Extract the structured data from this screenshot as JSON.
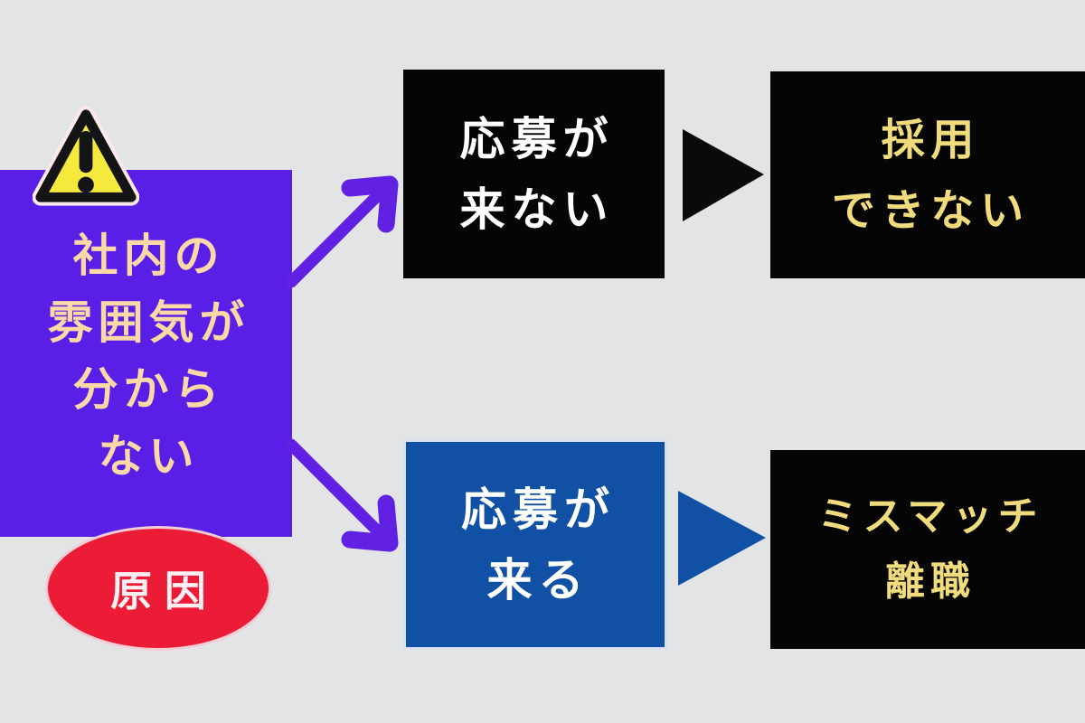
{
  "diagram": {
    "background": "#e3e4e6",
    "cause": {
      "lines": [
        "社内の",
        "雰囲気が",
        "分から",
        "ない"
      ],
      "bg": "#5a1fe6",
      "text_color": "#fbd9a6",
      "icon": "warning-triangle-icon",
      "icon_fill": "#f5e93d",
      "icon_stroke": "#141414",
      "icon_halo": "#ffe9ea"
    },
    "cause_badge": {
      "text": "原因",
      "bg": "#ed1c36",
      "text_color": "#fdeff2",
      "border_color": "#f6ccd6"
    },
    "connector_color": "#6021e2",
    "top_flow": {
      "from": {
        "lines": [
          "応募が",
          "来ない"
        ],
        "bg": "#050505",
        "text_color": "#ffffff"
      },
      "arrow_color": "#0a0a0a",
      "to": {
        "lines": [
          "採用",
          "できない"
        ],
        "bg": "#050505",
        "text_color": "#f1dc7d"
      }
    },
    "bottom_flow": {
      "from": {
        "lines": [
          "応募が",
          "来る"
        ],
        "bg": "#1151a5",
        "text_color": "#ffffff"
      },
      "arrow_color": "#1151a5",
      "to": {
        "lines": [
          "ミスマッチ",
          "離職"
        ],
        "bg": "#050505",
        "text_color": "#f1dc7d"
      }
    }
  }
}
